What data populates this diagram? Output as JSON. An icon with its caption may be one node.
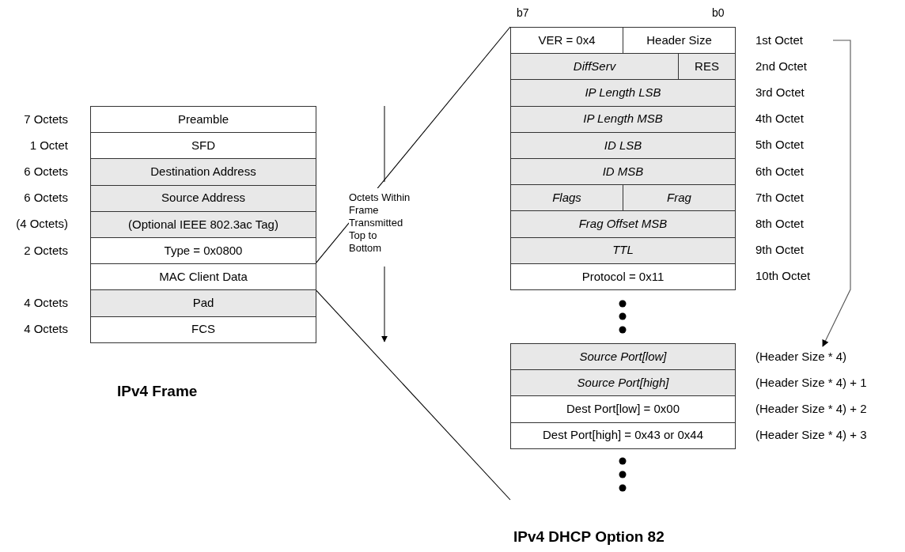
{
  "diagram": {
    "nodes": [
      {
        "text": [
          "Preamble"
        ],
        "beside": [
          "7 Octets"
        ]
      },
      {
        "text": [
          "SFD"
        ],
        "beside": [
          "1 Octet"
        ]
      },
      {
        "text": [
          "Destination Address"
        ],
        "beside": [
          "6 Octets"
        ]
      },
      {
        "text": [
          "Source Address"
        ],
        "beside": [
          "6 Octets"
        ]
      },
      {
        "text": [
          "(Optional IEEE 802.3ac Tag)"
        ],
        "beside": [
          "(4 Octets)"
        ]
      },
      {
        "text": [
          "Type = 0x0800"
        ],
        "beside": [
          "2 Octets"
        ]
      },
      {
        "text": [
          "MAC Client Data"
        ]
      },
      {
        "text": [
          "Pad"
        ],
        "beside": [
          "4 Octets"
        ]
      },
      {
        "text": [
          "FCS"
        ],
        "beside": [
          "4 Octets"
        ]
      },
      {
        "text": [
          "VER = 0x4"
        ]
      },
      {
        "text": [
          "Header Size"
        ]
      },
      {
        "text": [
          "1st Octet"
        ]
      },
      {
        "text": [
          "DiffServ"
        ]
      },
      {
        "text": [
          "RES"
        ],
        "beside": [
          "2nd Octet"
        ]
      },
      {
        "text": [
          "IP Length LSB"
        ],
        "beside": [
          "3rd Octet"
        ]
      },
      {
        "text": [
          "IP Length MSB"
        ],
        "beside": [
          "4th Octet"
        ]
      },
      {
        "text": [
          "ID LSB"
        ],
        "beside": [
          "5th Octet"
        ]
      },
      {
        "text": [
          "ID MSB"
        ],
        "beside": [
          "6th Octet"
        ]
      },
      {
        "text": [
          "Flags"
        ]
      },
      {
        "text": [
          "Frag"
        ],
        "beside": [
          "7th Octet"
        ]
      },
      {
        "text": [
          "Frag Offset MSB"
        ],
        "beside": [
          "8th Octet"
        ]
      },
      {
        "text": [
          "TTL"
        ],
        "beside": [
          "9th Octet"
        ]
      },
      {
        "text": [
          "Protocol = 0x11"
        ],
        "beside": [
          "10th Octet"
        ]
      },
      {
        "text": [
          "Source Port[low]"
        ]
      },
      {
        "text": [
          "(Header Size * 4)"
        ]
      },
      {
        "text": [
          "Source Port[high]"
        ],
        "beside": [
          "(Header Size * 4) + 1"
        ]
      },
      {
        "text": [
          "Dest Port[low] = 0x00"
        ],
        "beside": [
          "(Header Size * 4) + 2"
        ]
      },
      {
        "text": [
          "Dest Port[high] = 0x43 or 0x44"
        ],
        "beside": [
          "(Header Size * 4) + 3"
        ]
      }
    ],
    "edges": [
      {
        "from": 11,
        "to": 24,
        "arrow": "to"
      },
      {
        "from": 6,
        "to": 9,
        "arrow": "none"
      },
      {
        "from": 6,
        "to": null,
        "arrow": "none"
      }
    ],
    "labels": [
      "b7",
      "b0",
      "Octets Within Frame Transmitted Top to Bottom",
      "IPv4 Frame",
      "IPv4 DHCP Option 82"
    ]
  }
}
